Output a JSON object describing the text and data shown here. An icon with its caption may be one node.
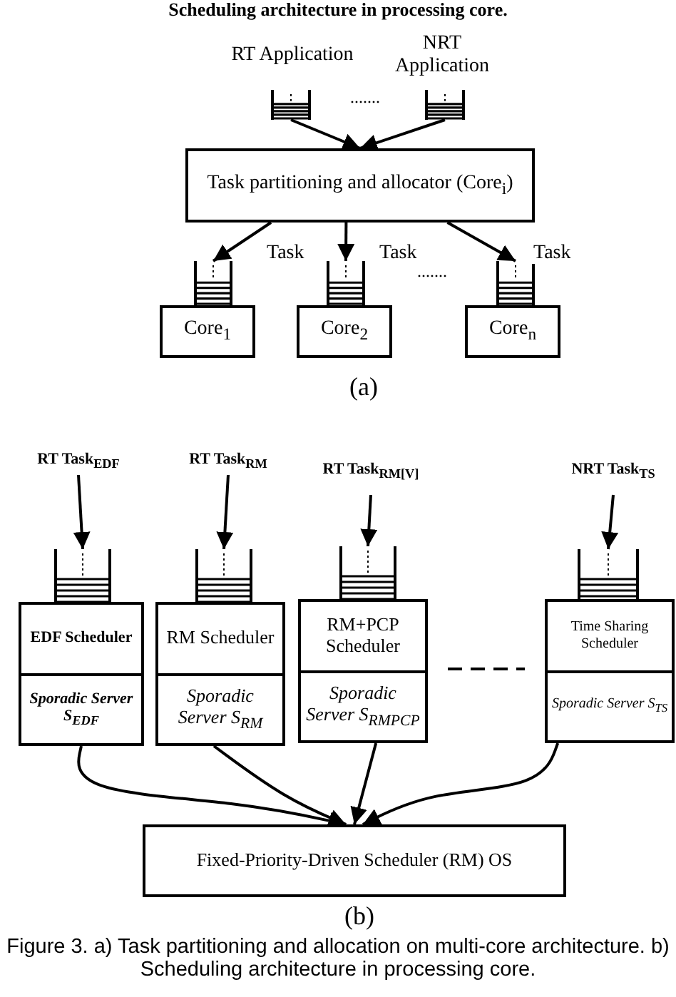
{
  "diagram": {
    "caption": "Figure 3. a) Task partitioning and allocation on multi-core architecture. b) Scheduling architecture in processing core.",
    "nodes": [
      {
        "text": [
          "RT Application"
        ]
      },
      {
        "text": [
          "NRT Application"
        ]
      },
      {
        "text": [],
        "shape": "queue"
      },
      {
        "text": [],
        "shape": "queue"
      },
      {
        "text": [
          "Task partitioning and allocator (Core$_{i}$)"
        ]
      },
      {
        "text": [],
        "shape": "queue"
      },
      {
        "text": [],
        "shape": "queue"
      },
      {
        "text": [],
        "shape": "queue"
      },
      {
        "text": [
          "Core$_{1}$"
        ]
      },
      {
        "text": [
          "Core$_{2}$"
        ]
      },
      {
        "text": [
          "Core$_{n}$"
        ]
      },
      {
        "text": [
          "RT Task$_{EDF}$"
        ]
      },
      {
        "text": [
          "RT Task$_{RM}$"
        ]
      },
      {
        "text": [
          "RT Task$_{RM[V]}$"
        ]
      },
      {
        "text": [
          "NRT Task$_{TS}$"
        ]
      },
      {
        "text": [],
        "shape": "queue"
      },
      {
        "text": [],
        "shape": "queue"
      },
      {
        "text": [],
        "shape": "queue"
      },
      {
        "text": [],
        "shape": "queue"
      },
      {
        "text": [
          "EDF Scheduler",
          "Sporadic Server S$_{EDF}$"
        ]
      },
      {
        "text": [
          "RM Scheduler",
          "Sporadic Server S$_{RM}$"
        ]
      },
      {
        "text": [
          "RM+PCP Scheduler",
          "Sporadic Server S$_{RMPCP}$"
        ]
      },
      {
        "text": [
          "Time Sharing Scheduler",
          "Sporadic Server S$_{TS}$"
        ]
      },
      {
        "text": [
          "Fixed-Priority-Driven Scheduler (RM) OS"
        ]
      }
    ],
    "edges": [
      {
        "from": 2,
        "to": 4,
        "arrow": "to"
      },
      {
        "from": 3,
        "to": 4,
        "arrow": "to"
      },
      {
        "from": 4,
        "to": 5,
        "label": "Task",
        "arrow": "to"
      },
      {
        "from": 4,
        "to": 6,
        "label": "Task",
        "arrow": "to"
      },
      {
        "from": 4,
        "to": 7,
        "label": "Task",
        "arrow": "to"
      },
      {
        "from": 11,
        "to": 15,
        "arrow": "to"
      },
      {
        "from": 12,
        "to": 16,
        "arrow": "to"
      },
      {
        "from": 13,
        "to": 17,
        "arrow": "to"
      },
      {
        "from": 14,
        "to": 18,
        "arrow": "to"
      },
      {
        "from": 19,
        "to": 23,
        "arrow": "to"
      },
      {
        "from": 20,
        "to": 23,
        "arrow": "to"
      },
      {
        "from": 21,
        "to": 23,
        "arrow": "to"
      },
      {
        "from": 22,
        "to": 23,
        "arrow": "to"
      }
    ],
    "labels": [
      "Scheduling architecture in processing core.",
      ".......",
      ".......",
      "(a)",
      "(b)"
    ]
  }
}
